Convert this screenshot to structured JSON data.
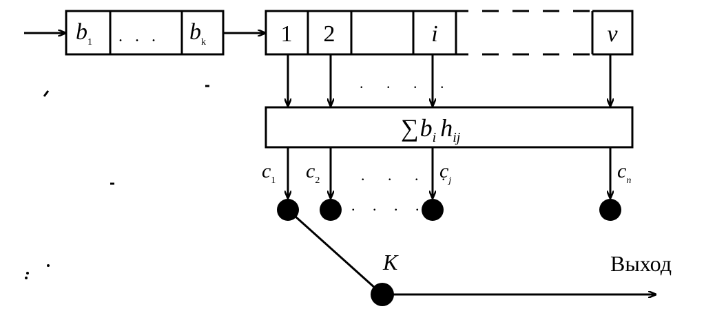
{
  "input_register": {
    "cells": [
      {
        "base": "b",
        "sub": "1"
      },
      {
        "base": ". . .",
        "sub": ""
      },
      {
        "base": "b",
        "sub": "k"
      }
    ]
  },
  "shift_register": {
    "cells": [
      {
        "label": "1",
        "italic": false
      },
      {
        "label": "2",
        "italic": false
      },
      {
        "label": "",
        "italic": false
      },
      {
        "label": "i",
        "italic": true
      },
      {
        "label": "",
        "italic": false
      },
      {
        "label": "v",
        "italic": true
      }
    ]
  },
  "dots": ". . . .",
  "sum_block": {
    "sigma": "∑",
    "b": "b",
    "b_sub": "i",
    "h": "h",
    "h_sub": "ij"
  },
  "outputs": [
    {
      "base": "c",
      "sub": "1"
    },
    {
      "base": "c",
      "sub": "2"
    },
    {
      "base": "c",
      "sub": "j"
    },
    {
      "base": "c",
      "sub": "n"
    }
  ],
  "output_dots": ". . . .",
  "switch_label": "K",
  "output_label": "Выход"
}
